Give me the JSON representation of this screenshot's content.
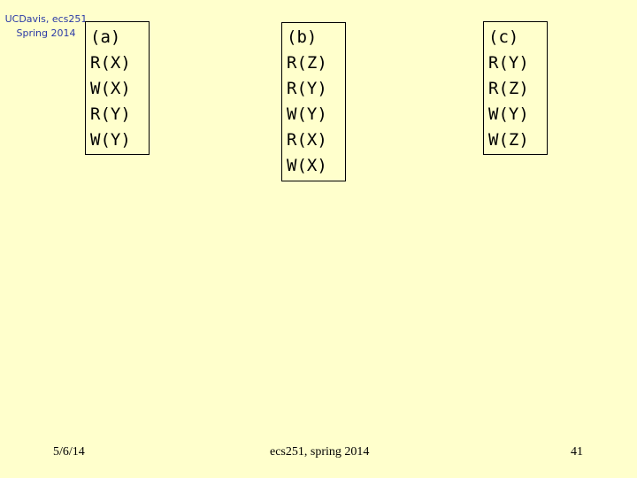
{
  "header": {
    "line1": "UCDavis, ecs251",
    "line2": "Spring 2014"
  },
  "schedules": [
    {
      "label": "(a)",
      "ops": [
        "R(X)",
        "W(X)",
        "R(Y)",
        "W(Y)"
      ]
    },
    {
      "label": "(b)",
      "ops": [
        "R(Z)",
        "R(Y)",
        "W(Y)",
        "R(X)",
        "W(X)"
      ]
    },
    {
      "label": "(c)",
      "ops": [
        "R(Y)",
        "R(Z)",
        "W(Y)",
        "W(Z)"
      ]
    }
  ],
  "footer": {
    "date": "5/6/14",
    "title": "ecs251, spring 2014",
    "page": "41"
  }
}
